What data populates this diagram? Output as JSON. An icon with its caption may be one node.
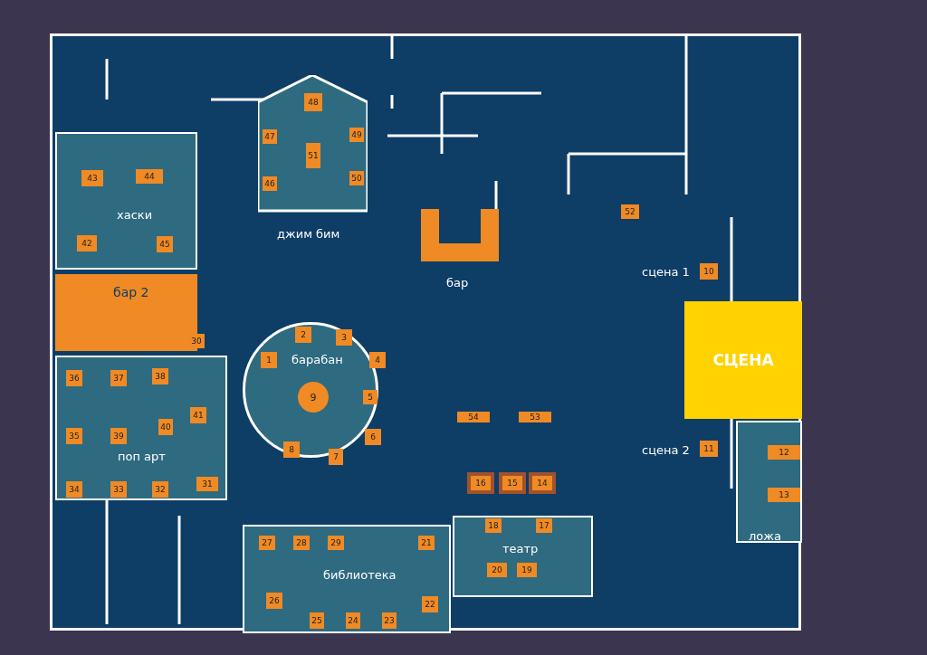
{
  "diagram": {
    "nodes": [
      {
        "text": [
          "хаски"
        ]
      },
      {
        "text": [
          "43"
        ],
        "in": 0
      },
      {
        "text": [
          "44"
        ],
        "in": 0
      },
      {
        "text": [
          "42"
        ],
        "in": 0
      },
      {
        "text": [
          "45"
        ],
        "in": 0
      },
      {
        "text": [
          "джим бим"
        ]
      },
      {
        "text": [
          "48"
        ],
        "in": 5
      },
      {
        "text": [
          "47"
        ],
        "in": 5
      },
      {
        "text": [
          "49"
        ],
        "in": 5
      },
      {
        "text": [
          "51"
        ],
        "in": 5
      },
      {
        "text": [
          "46"
        ],
        "in": 5
      },
      {
        "text": [
          "50"
        ],
        "in": 5
      },
      {
        "text": [
          "бар"
        ]
      },
      {
        "text": [
          "52"
        ]
      },
      {
        "text": [
          "10"
        ],
        "beside": [
          "сцена 1"
        ]
      },
      {
        "text": [
          "СЦЕНА"
        ]
      },
      {
        "text": [
          "11"
        ],
        "beside": [
          "сцена 2"
        ]
      },
      {
        "text": [
          "ложа"
        ]
      },
      {
        "text": [
          "12"
        ],
        "in": 17
      },
      {
        "text": [
          "13"
        ],
        "in": 17
      },
      {
        "text": [
          "бар 2"
        ]
      },
      {
        "text": [
          "30"
        ]
      },
      {
        "text": [
          "барабан"
        ]
      },
      {
        "text": [
          "1"
        ],
        "in": 22
      },
      {
        "text": [
          "2"
        ],
        "in": 22
      },
      {
        "text": [
          "3"
        ],
        "in": 22
      },
      {
        "text": [
          "4"
        ],
        "in": 22
      },
      {
        "text": [
          "5"
        ],
        "in": 22
      },
      {
        "text": [
          "6"
        ],
        "in": 22
      },
      {
        "text": [
          "7"
        ],
        "in": 22
      },
      {
        "text": [
          "8"
        ],
        "in": 22
      },
      {
        "text": [
          "9"
        ],
        "in": 22
      },
      {
        "text": [
          "поп арт"
        ]
      },
      {
        "text": [
          "36"
        ],
        "in": 32
      },
      {
        "text": [
          "37"
        ],
        "in": 32
      },
      {
        "text": [
          "38"
        ],
        "in": 32
      },
      {
        "text": [
          "35"
        ],
        "in": 32
      },
      {
        "text": [
          "39"
        ],
        "in": 32
      },
      {
        "text": [
          "40"
        ],
        "in": 32
      },
      {
        "text": [
          "41"
        ],
        "in": 32
      },
      {
        "text": [
          "34"
        ],
        "in": 32
      },
      {
        "text": [
          "33"
        ],
        "in": 32
      },
      {
        "text": [
          "32"
        ],
        "in": 32
      },
      {
        "text": [
          "31"
        ],
        "in": 32
      },
      {
        "text": [
          "54"
        ]
      },
      {
        "text": [
          "53"
        ]
      },
      {
        "text": [
          "16"
        ]
      },
      {
        "text": [
          "15"
        ]
      },
      {
        "text": [
          "14"
        ]
      },
      {
        "text": [
          "театр"
        ]
      },
      {
        "text": [
          "18"
        ],
        "in": 49
      },
      {
        "text": [
          "17"
        ],
        "in": 49
      },
      {
        "text": [
          "20"
        ],
        "in": 49
      },
      {
        "text": [
          "19"
        ],
        "in": 49
      },
      {
        "text": [
          "библиотека"
        ]
      },
      {
        "text": [
          "27"
        ],
        "in": 54
      },
      {
        "text": [
          "28"
        ],
        "in": 54
      },
      {
        "text": [
          "29"
        ],
        "in": 54
      },
      {
        "text": [
          "21"
        ],
        "in": 54
      },
      {
        "text": [
          "26"
        ],
        "in": 54
      },
      {
        "text": [
          "22"
        ],
        "in": 54
      },
      {
        "text": [
          "25"
        ],
        "in": 54
      },
      {
        "text": [
          "24"
        ],
        "in": 54
      },
      {
        "text": [
          "23"
        ],
        "in": 54
      }
    ],
    "edges": []
  }
}
